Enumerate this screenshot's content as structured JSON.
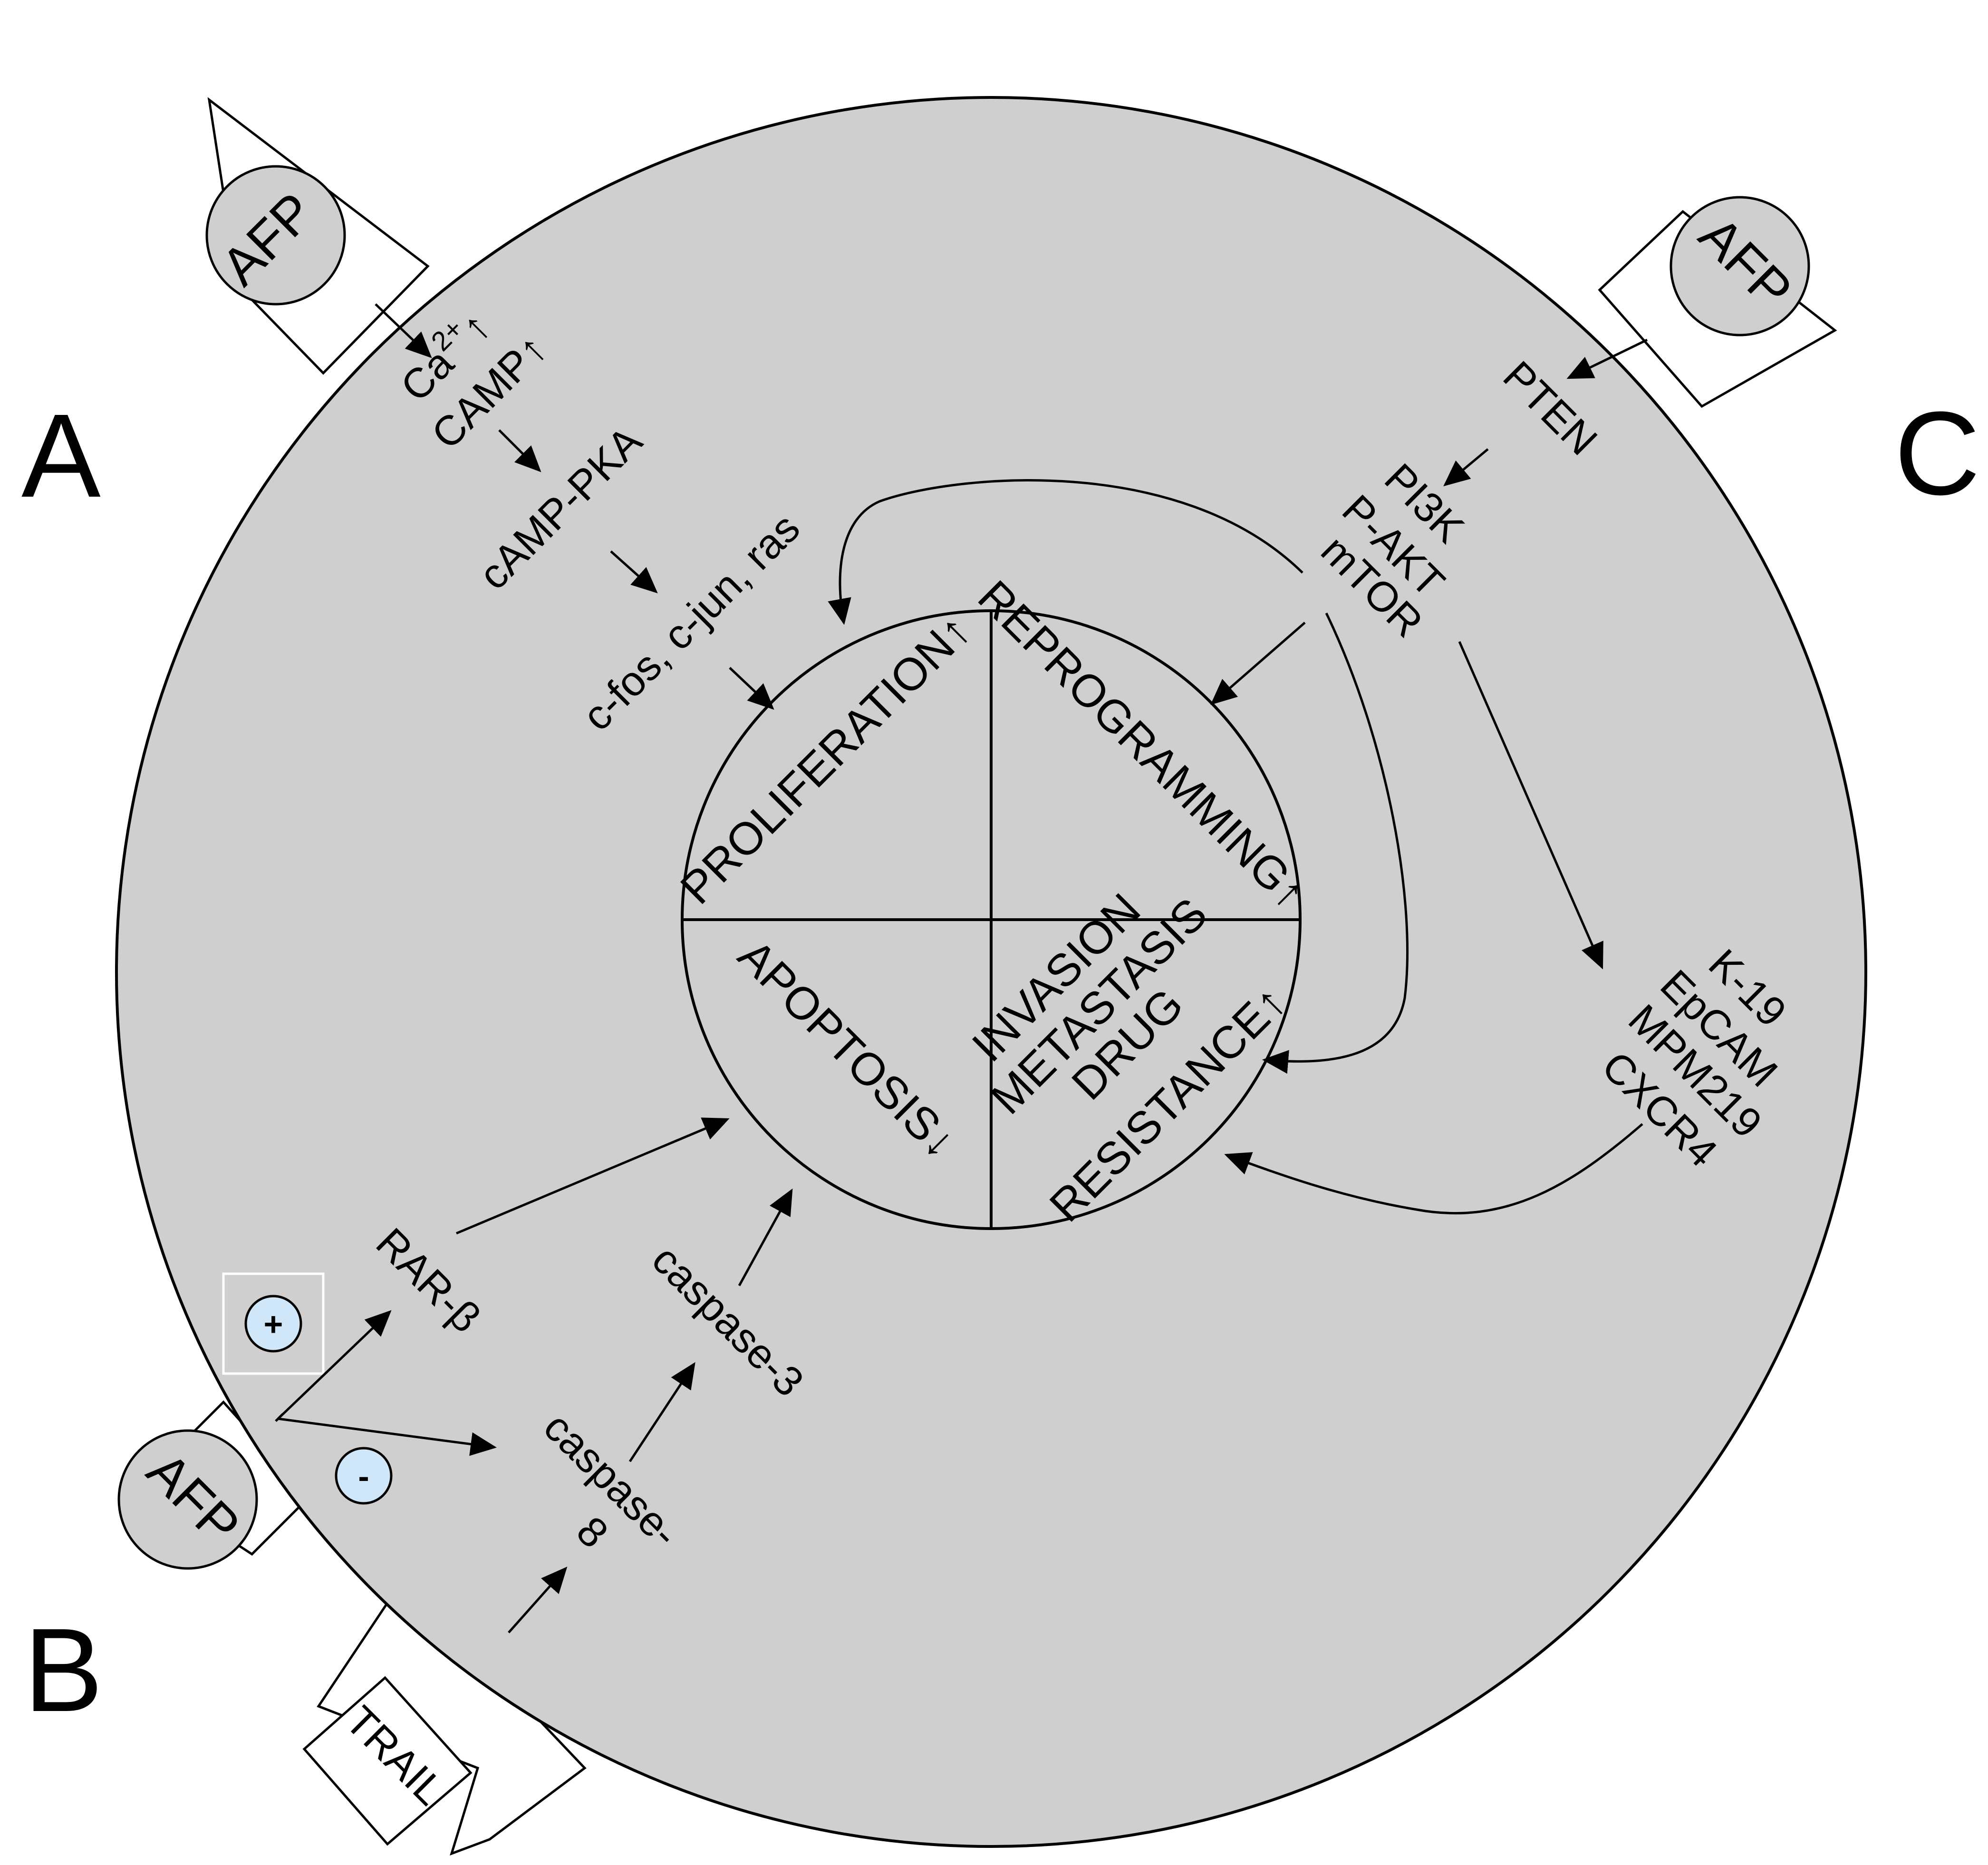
{
  "side_labels": {
    "a": "A",
    "b": "B",
    "c": "C"
  },
  "afp_label": "AFP",
  "trail_label": "TRAIL",
  "pathway_a": {
    "ca": "Ca",
    "ca_sup": "2+",
    "up": "↑",
    "camp": "CAMP",
    "camp_pka": "cAMP-PKA",
    "cfos": "c-fos, c-jun, ras"
  },
  "pathway_b": {
    "plus": "+",
    "minus": "-",
    "rar": "RAR-β",
    "caspase3": "caspase-3",
    "caspase8_line1": "caspase-",
    "caspase8_line2": "8"
  },
  "pathway_c": {
    "pten": "PTEN",
    "pi3k": "PI3K",
    "pakt": "P-AKT",
    "mtor": "mTOR",
    "k19": "K-19",
    "epcam": "EpCAM",
    "mpm219": "MPM219",
    "cxcr4": "CXCR4"
  },
  "outcomes": {
    "proliferation": "PROLIFERATION↑",
    "reprogramming": "REPROGRAMMING↑",
    "apoptosis": "APOPTOSIS↓",
    "invasion": "INVASION",
    "metastasis": "METASTASIS",
    "drug": "DRUG",
    "resistance": "RESISTANCE↑"
  },
  "colors": {
    "cell": "#cfcfcf",
    "afp_fill": "#cfcfcf",
    "badge_fill": "#cfe7f8",
    "receptor_fill": "#ffffff"
  }
}
